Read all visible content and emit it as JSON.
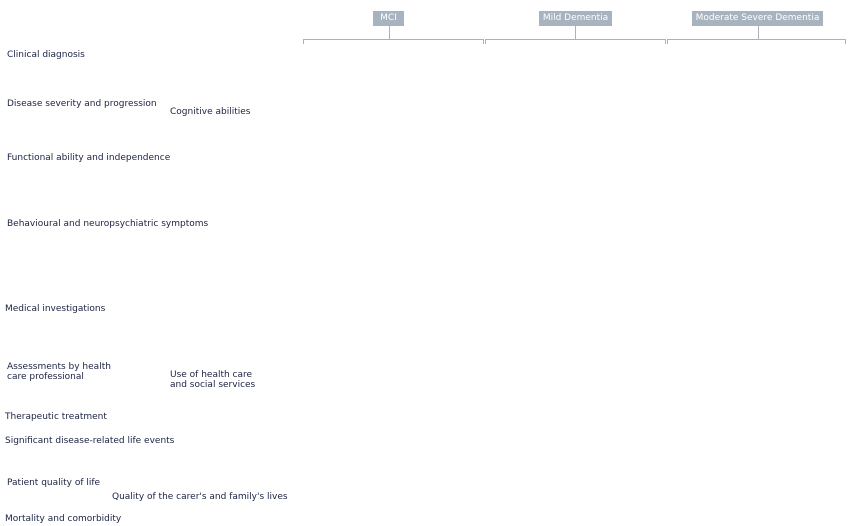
{
  "stages": [
    "MCI",
    "Mild Dementia",
    "Moderate Severe Dementia"
  ],
  "domains": {
    "clinical_diagnosis": "Clinical diagnosis",
    "disease_severity": "Disease severity and progression",
    "cognitive_abilities": "Cognitive abilities",
    "functional_ability": "Functional ability and independence",
    "behavioural_symptoms": "Behavioural and neuropsychiatric symptoms",
    "medical_investigations": "Medical investigations",
    "assessments_line1": "Assessments by health",
    "assessments_line2": "care professional",
    "health_care_line1": "Use of health care",
    "health_care_line2": "and social services",
    "therapeutic_treatment": "Therapeutic treatment",
    "life_events": "Significant disease-related life events",
    "patient_qol": "Patient quality of life",
    "carer_qol": "Quality of the carer's and family's lives",
    "mortality": "Mortality and comorbidity"
  }
}
